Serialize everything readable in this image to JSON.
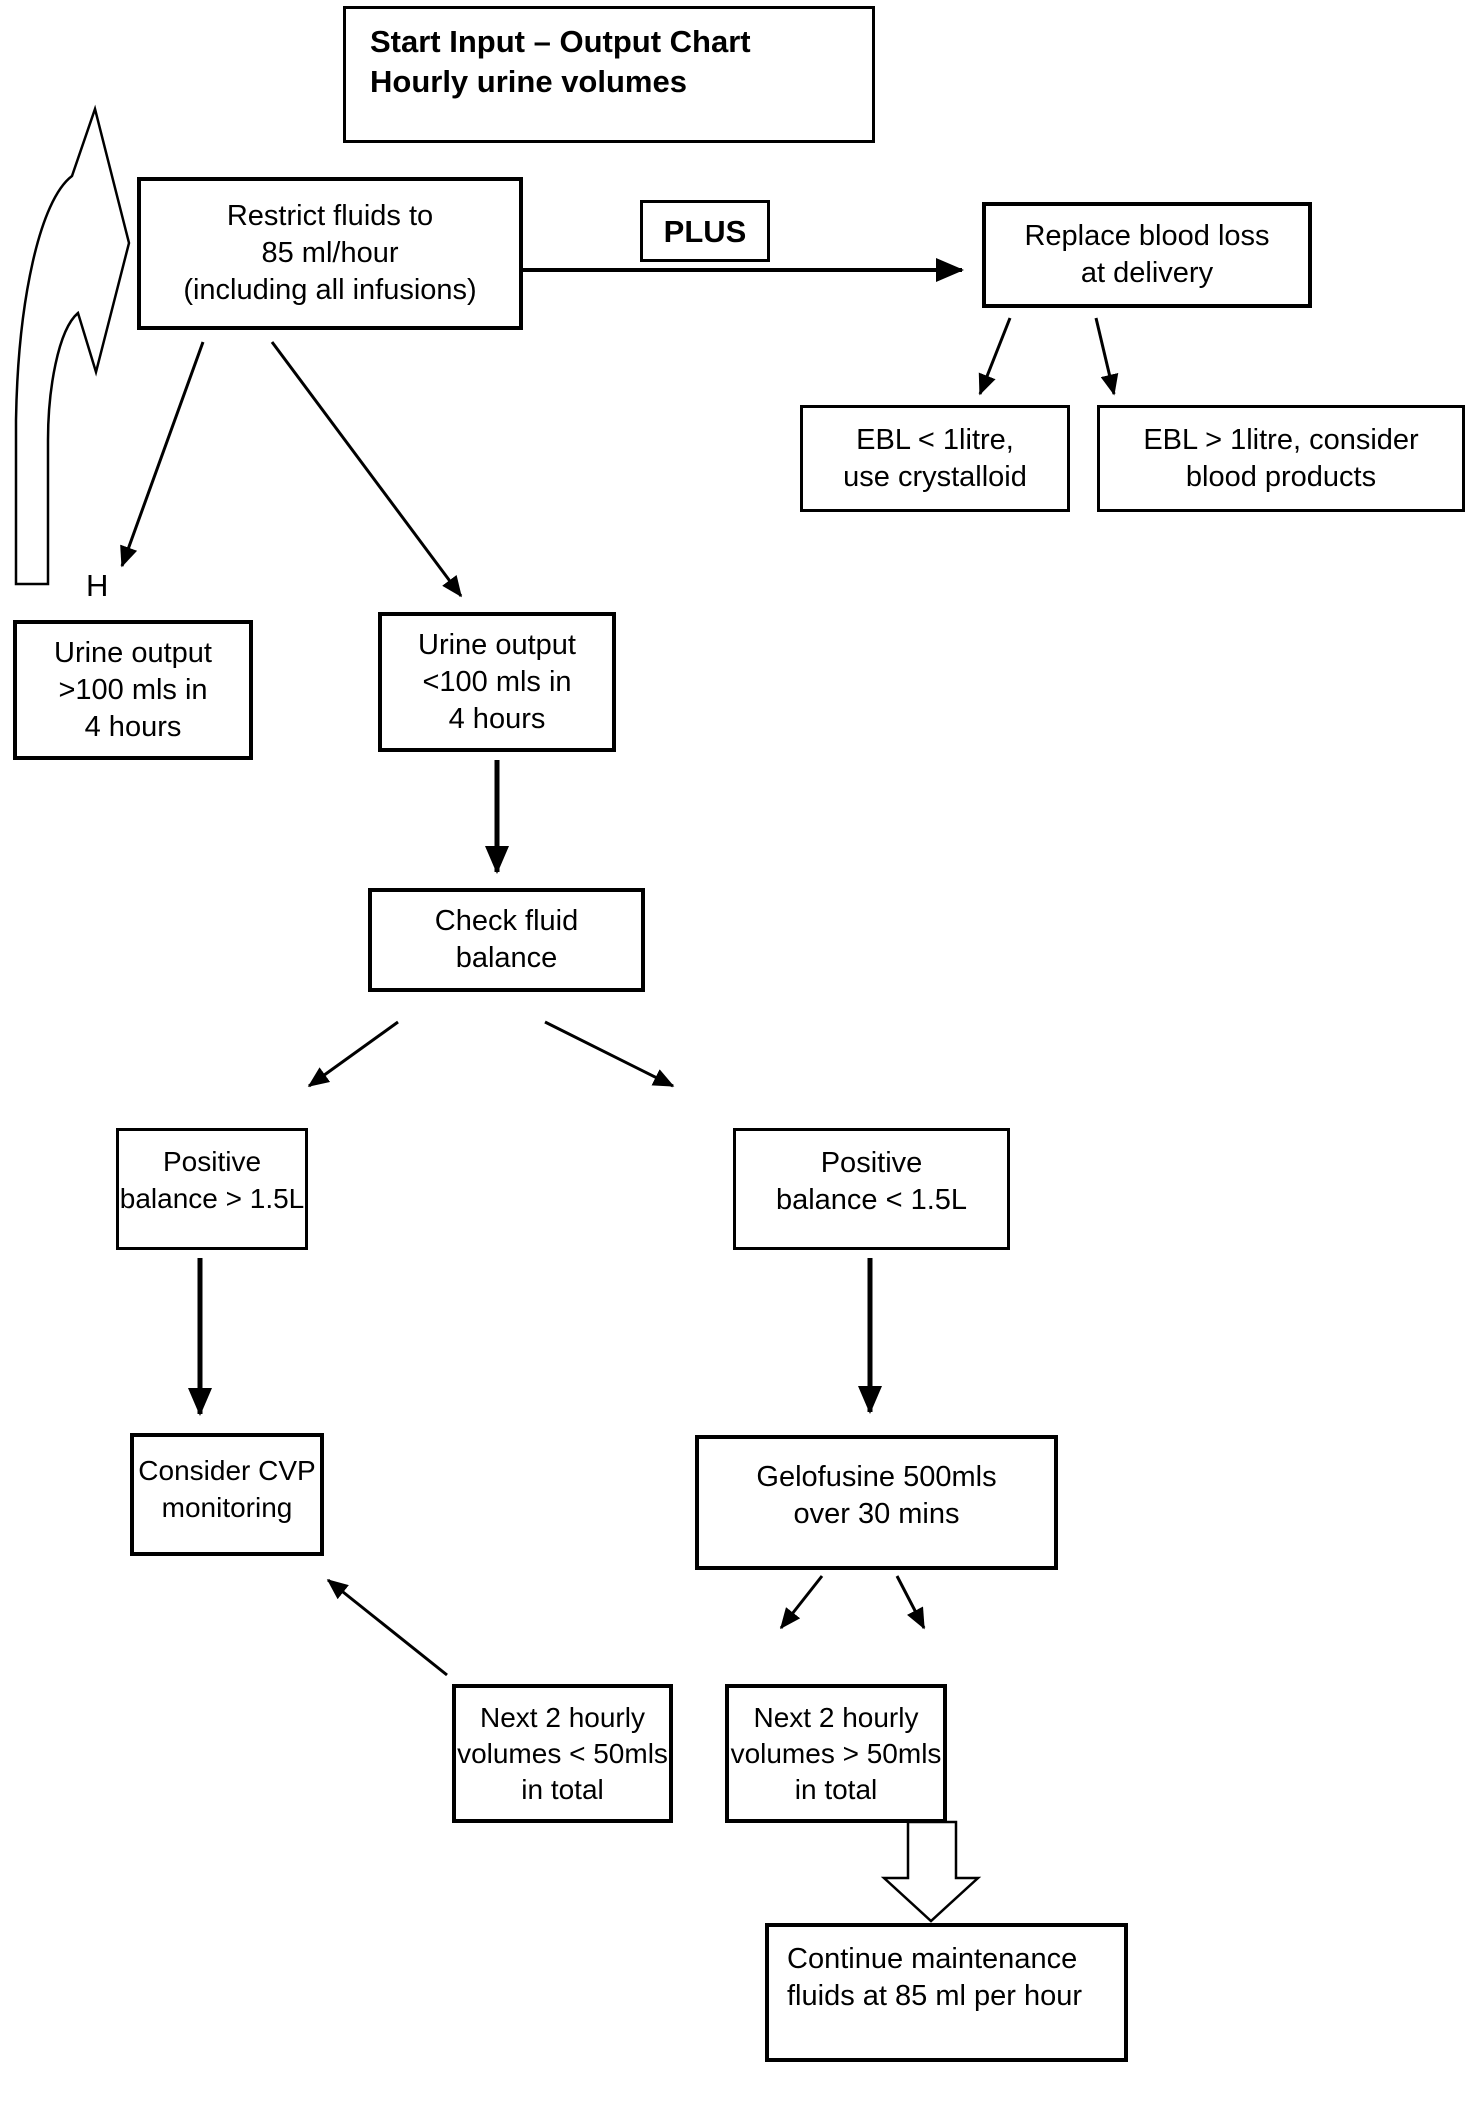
{
  "diagram_type": "flowchart",
  "colors": {
    "line": "#000000",
    "background": "#ffffff",
    "text": "#000000"
  },
  "nodes": {
    "title": {
      "line1": "Start Input – Output Chart",
      "line2": "Hourly urine volumes"
    },
    "restrict": {
      "line1": "Restrict fluids to",
      "line2": "85 ml/hour",
      "line3": "(including all infusions)"
    },
    "plus": {
      "label": "PLUS"
    },
    "replace": {
      "line1": "Replace blood loss",
      "line2": "at delivery"
    },
    "ebl_low": {
      "line1": "EBL < 1litre,",
      "line2": "use crystalloid"
    },
    "ebl_high": {
      "line1": "EBL > 1litre, consider",
      "line2": "blood products"
    },
    "urine_high": {
      "line1": "Urine output",
      "line2": ">100 mls in",
      "line3": "4 hours"
    },
    "urine_low": {
      "line1": "Urine output",
      "line2": "<100 mls in",
      "line3": "4 hours"
    },
    "check": {
      "line1": "Check fluid",
      "line2": "balance"
    },
    "pos_high": {
      "line1": "Positive",
      "line2": "balance > 1.5L"
    },
    "pos_low": {
      "line1": "Positive",
      "line2": "balance < 1.5L"
    },
    "cvp": {
      "line1": "Consider CVP",
      "line2": "monitoring"
    },
    "gelo": {
      "line1": "Gelofusine 500mls",
      "line2": "over 30 mins"
    },
    "next_low": {
      "line1": "Next 2 hourly",
      "line2": "volumes < 50mls",
      "line3": "in total"
    },
    "next_high": {
      "line1": "Next 2 hourly",
      "line2": "volumes > 50mls",
      "line3": "in total"
    },
    "continue": {
      "line1": "Continue maintenance",
      "line2": "fluids at 85 ml per hour"
    },
    "stray_label": "H"
  }
}
